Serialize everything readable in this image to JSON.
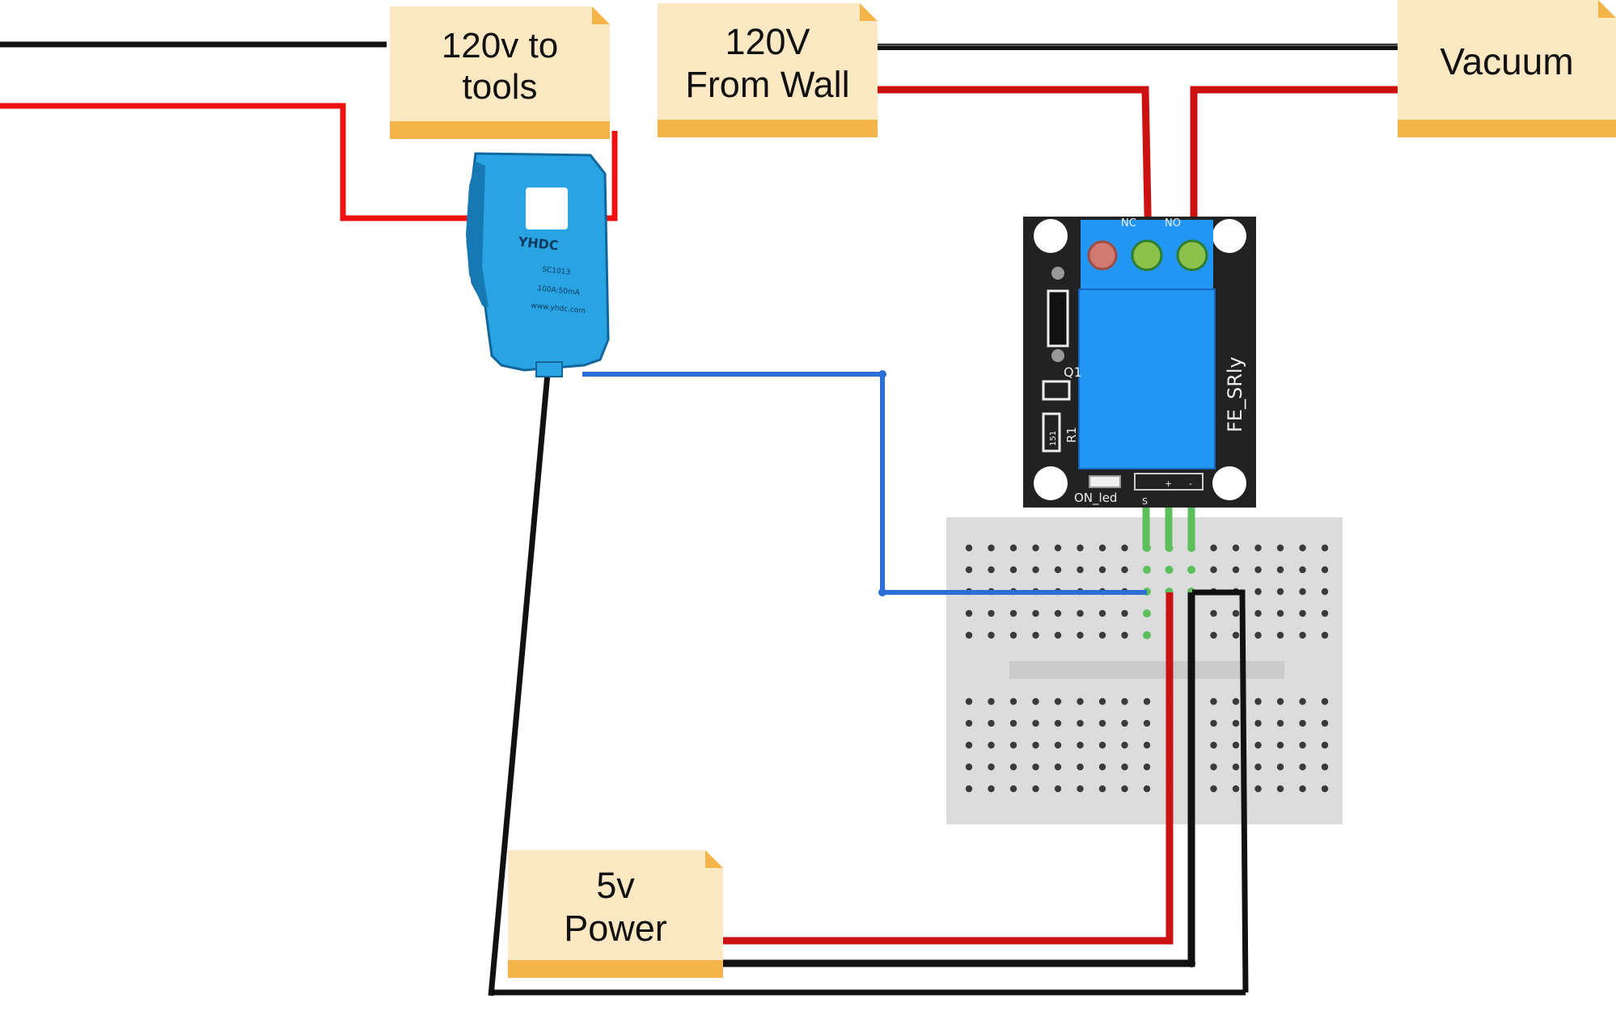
{
  "notes": {
    "tools": {
      "text": "120v to\ntools"
    },
    "wall": {
      "text": "120V\nFrom Wall"
    },
    "vacuum": {
      "text": "Vacuum"
    },
    "power": {
      "text": "5v\nPower"
    }
  },
  "current_sensor": {
    "brand": "YHDC",
    "model": "SC1013",
    "rating": "100A:50mA",
    "url": "www.yhdc.com"
  },
  "relay": {
    "name": "FE_SRly",
    "nc_label": "NC",
    "no_label": "NO",
    "led_label": "ON_led",
    "q1_label": "Q1",
    "r1_label": "R1",
    "r1_value": "151",
    "pin_s": "S",
    "pin_plus": "+",
    "pin_minus": "-"
  },
  "colors": {
    "note_fill": "#fde8c4",
    "note_stripe": "#f5b44a",
    "wire_red": "#dd1111",
    "wire_black": "#111111",
    "wire_blue": "#2b6fd6",
    "wire_green": "#5cbf5c",
    "relay_blue": "#2196f3",
    "breadboard": "#dcdcdc"
  }
}
